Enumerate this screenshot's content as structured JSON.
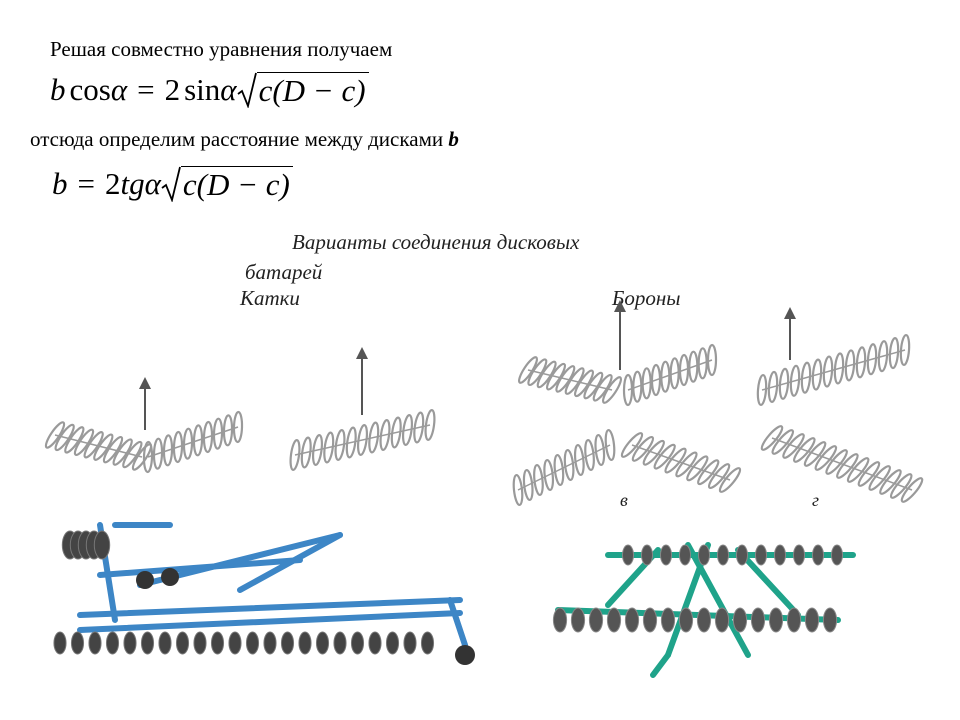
{
  "text": {
    "line1": "Решая совместно уравнения получаем",
    "line2_prefix": "отсюда определим расстояние между дисками ",
    "line2_var": "b"
  },
  "formula1": {
    "lhs": "b",
    "cos": "cos",
    "alpha1": "α",
    "equals": "=",
    "coef": "2",
    "sin": "sin",
    "alpha2": "α",
    "radicand": "c(D − c)"
  },
  "formula2": {
    "lhs": "b",
    "equals": "=",
    "coef": "2",
    "tg": "tg",
    "alpha": "α",
    "radicand": "c(D − c)"
  },
  "section": {
    "title_line1": "Варианты соединения дисковых",
    "title_line2": "батарей",
    "label_katki": "Катки",
    "label_borony": "Бороны",
    "label_v": "в",
    "label_g": "г"
  },
  "colors": {
    "disc": "#9a9a9a",
    "arrow": "#555555",
    "blue_machine": "#3d86c6",
    "green_machine": "#1fa38a"
  }
}
